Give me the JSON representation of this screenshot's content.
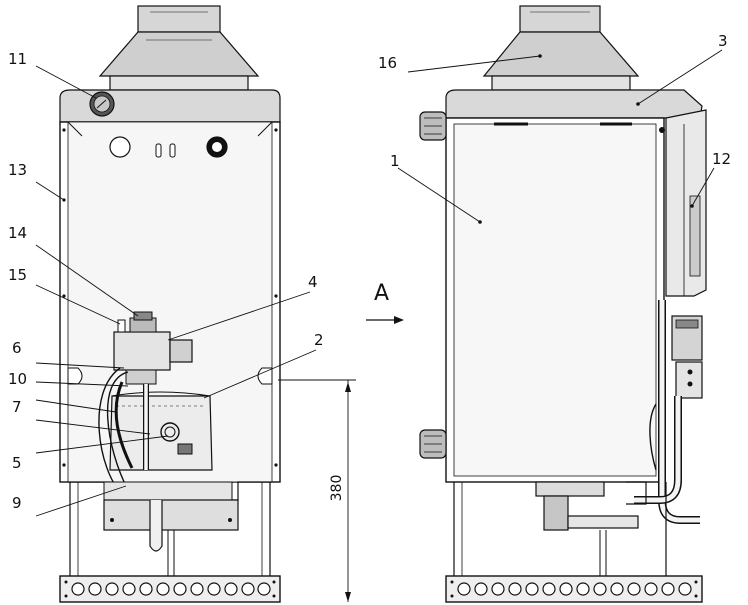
{
  "callouts": {
    "n1": "1",
    "n2": "2",
    "n3": "3",
    "n4": "4",
    "n5": "5",
    "n6": "6",
    "n7": "7",
    "n9": "9",
    "n10": "10",
    "n11": "11",
    "n12": "12",
    "n13": "13",
    "n14": "14",
    "n15": "15",
    "n16": "16"
  },
  "view_marker": "A",
  "dimension": {
    "value": "380"
  }
}
